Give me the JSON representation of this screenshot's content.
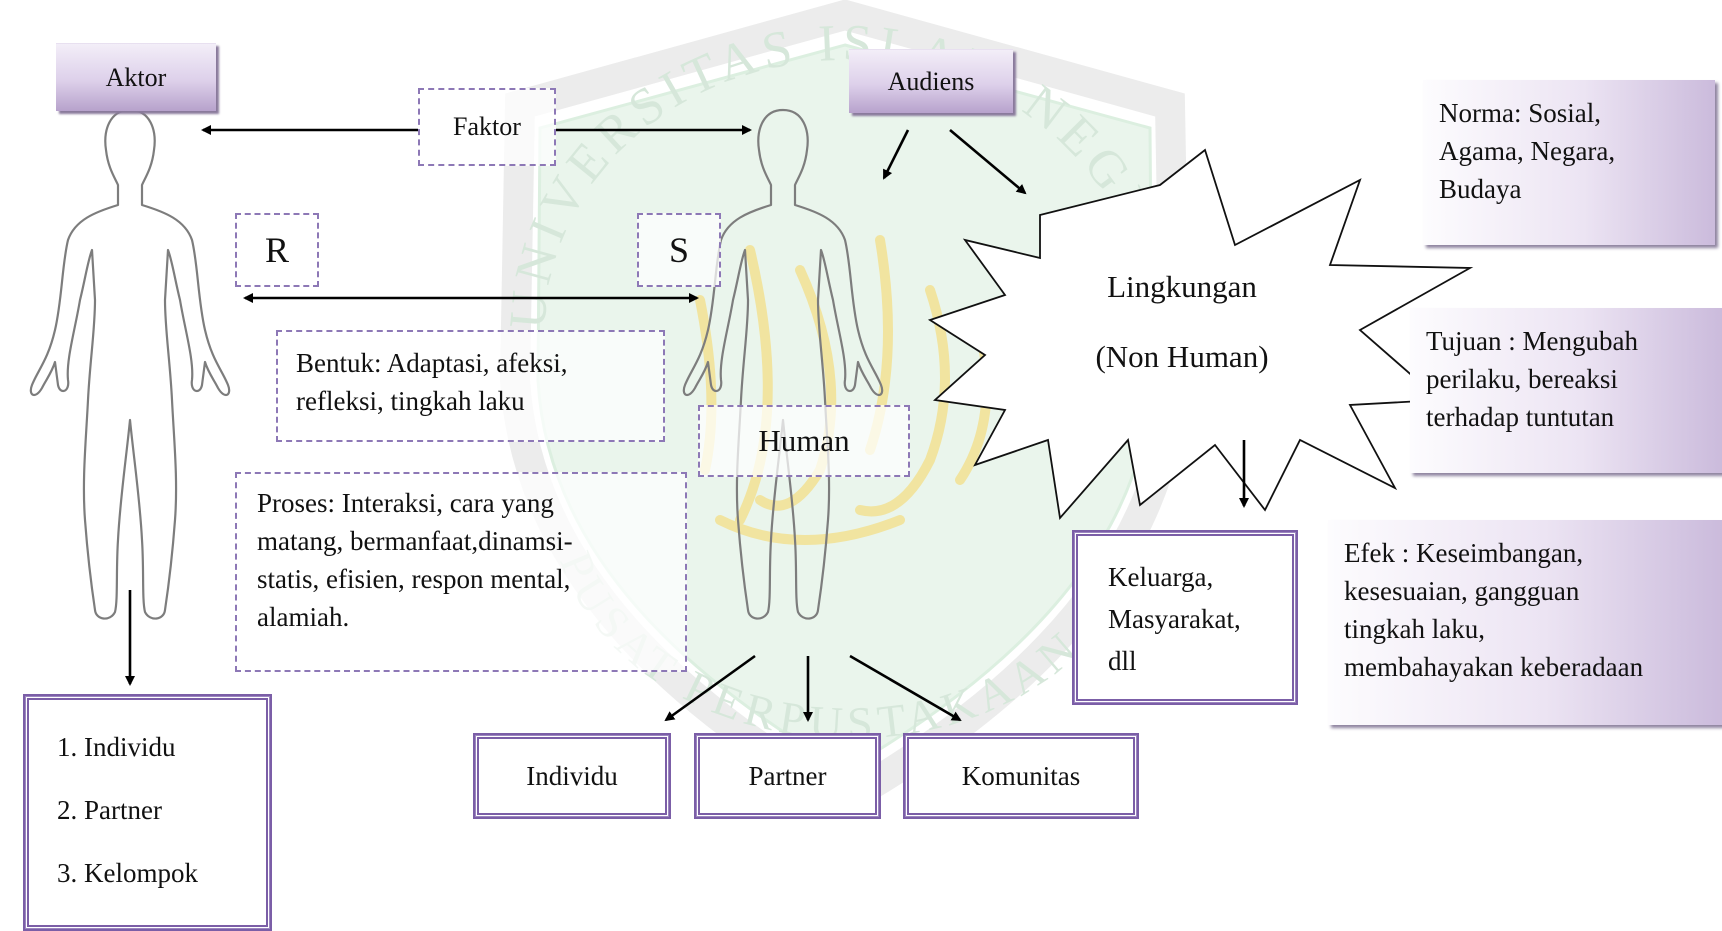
{
  "actor": {
    "label": "Aktor"
  },
  "audience": {
    "label": "Audiens"
  },
  "factor": {
    "label": "Faktor"
  },
  "r_box": {
    "label": "R"
  },
  "s_box": {
    "label": "S"
  },
  "form": {
    "line1": "Bentuk: Adaptasi, afeksi,",
    "line2": "refleksi, tingkah laku"
  },
  "process": {
    "line1": "Proses: Interaksi, cara yang",
    "line2": "matang, bermanfaat,dinamsi-",
    "line3": "statis, efisien, respon mental,",
    "line4": "alamiah."
  },
  "human": {
    "label": "Human"
  },
  "environment": {
    "line1": "Lingkungan",
    "line2": "(Non Human)"
  },
  "norm": {
    "line1": "Norma: Sosial,",
    "line2": "Agama, Negara,",
    "line3": "Budaya"
  },
  "goal": {
    "line1": "Tujuan : Mengubah",
    "line2": "perilaku, bereaksi",
    "line3": "terhadap tuntutan"
  },
  "effect": {
    "line1": "Efek : Keseimbangan,",
    "line2": "kesesuaian, gangguan",
    "line3": "tingkah laku,",
    "line4": "membahayakan keberadaan"
  },
  "actor_types": [
    "1. Individu",
    "2. Partner",
    "3. Kelompok"
  ],
  "human_types": [
    "Individu",
    "Partner",
    "Komunitas"
  ],
  "env_types": {
    "line1": "Keluarga,",
    "line2": "Masyarakat,",
    "line3": "dll"
  },
  "watermark": {
    "text": "UNIVERSITAS ISLAM NEGERI MAULANA MALIK IBRAHIM · PUSAT PERPUSTAKAAN"
  },
  "colors": {
    "accent_purple": "#7b5ea7",
    "dashed_purple": "#8d78b6",
    "watermark_green": "#e3f2e6",
    "watermark_gold": "#f4e9a6"
  }
}
